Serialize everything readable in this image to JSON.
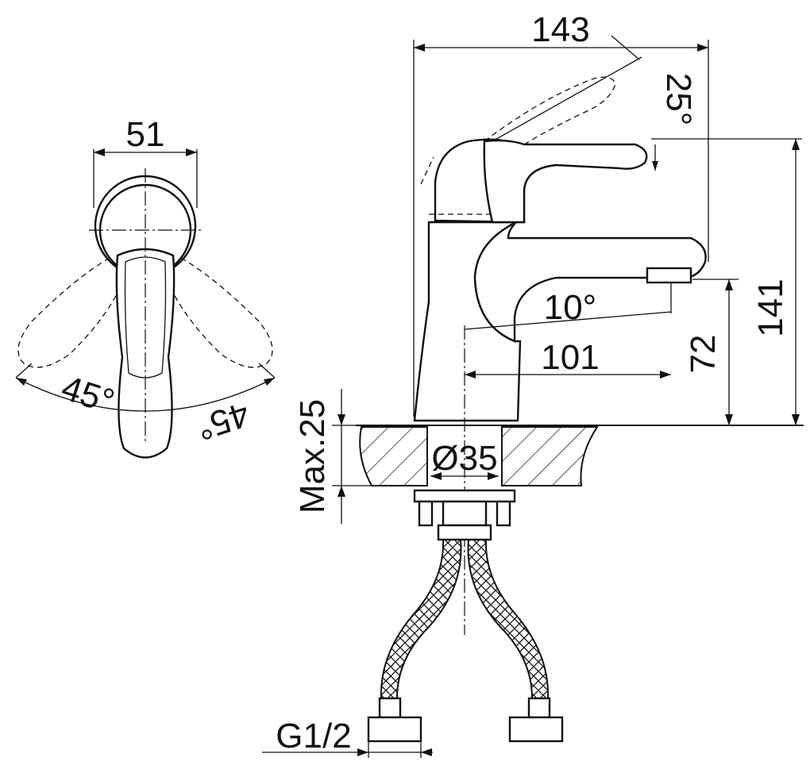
{
  "drawing": {
    "labels": {
      "top_view_width": "51",
      "top_view_angle_left": "45°",
      "top_view_angle_right": "45°",
      "overall_width": "143",
      "lever_angle": "25°",
      "overall_height": "141",
      "spout_angle": "10°",
      "spout_reach": "101",
      "spout_height": "72",
      "max_thickness": "Max.25",
      "hole_diameter": "Ø35",
      "thread": "G1/2"
    }
  }
}
